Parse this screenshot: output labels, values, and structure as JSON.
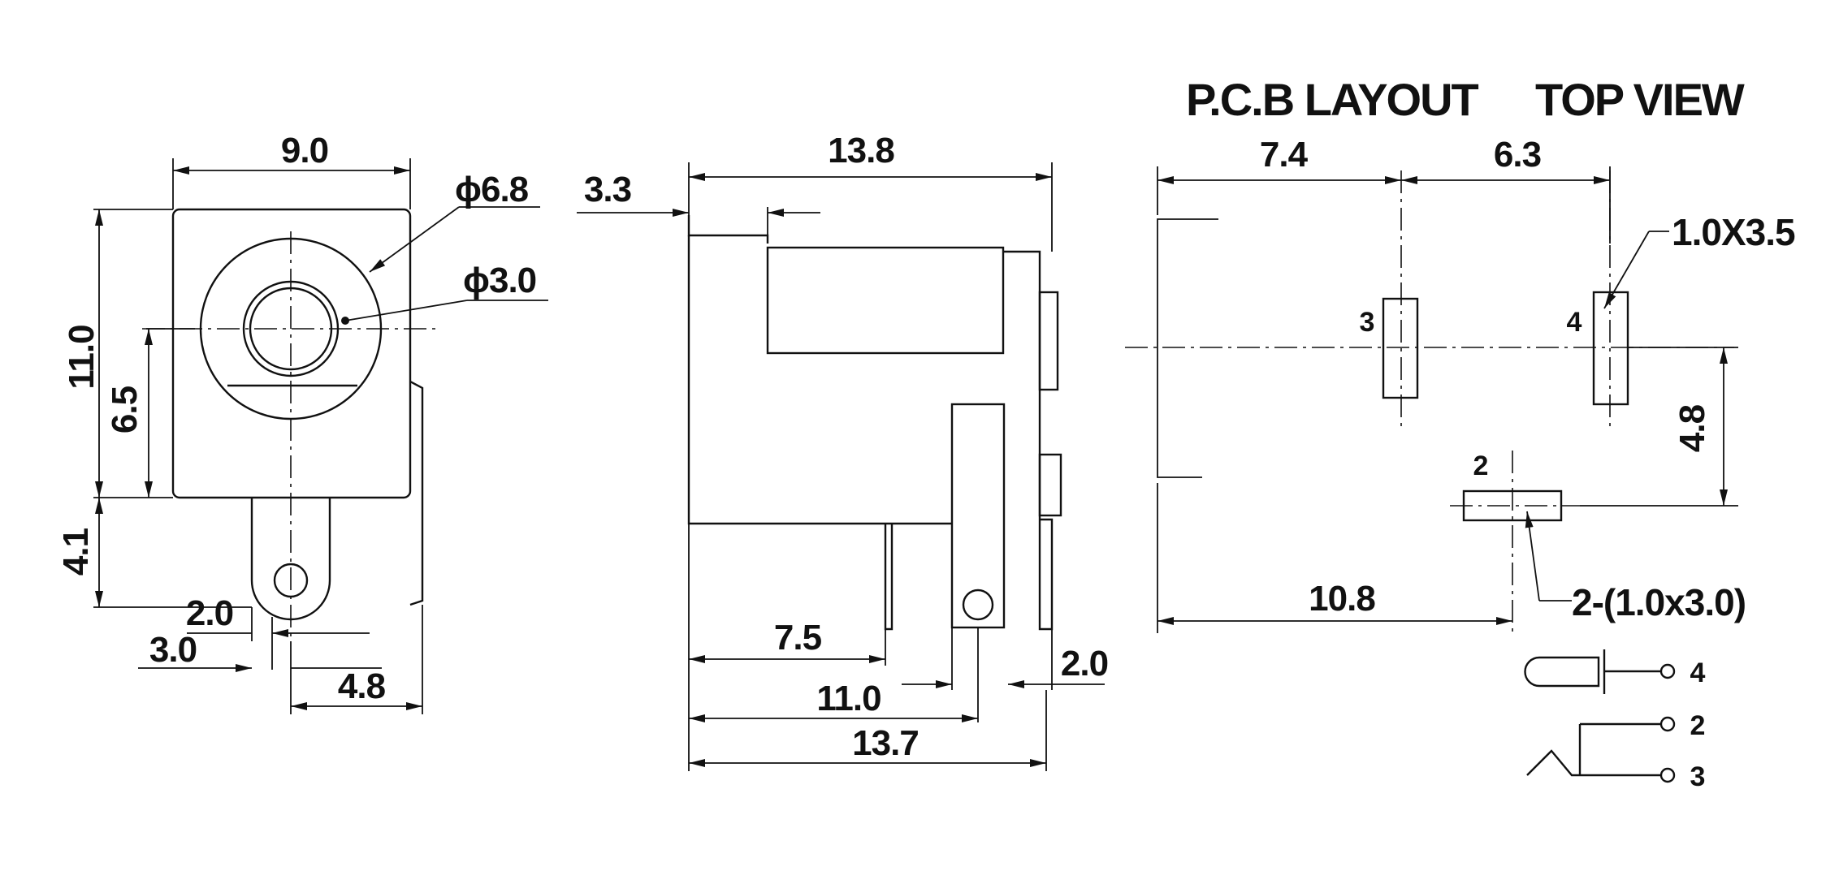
{
  "titles": {
    "pcb_layout": "P.C.B LAYOUT",
    "top_view": "TOP VIEW"
  },
  "front_view": {
    "width": "9.0",
    "height": "11.0",
    "center_height": "6.5",
    "pin_drop": "4.1",
    "outer_diameter": "ϕ6.8",
    "inner_diameter": "ϕ3.0",
    "pin_width": "2.0",
    "pin_offset": "3.0",
    "side_pin_offset": "4.8"
  },
  "side_view": {
    "length": "13.8",
    "flange": "3.3",
    "pin1_pos": "7.5",
    "pin2_pos": "11.0",
    "total_pin": "13.7",
    "tail": "2.0"
  },
  "pcb": {
    "left_span": "7.4",
    "right_span": "6.3",
    "pad_size": "1.0X3.5",
    "vertical_offset": "4.8",
    "bottom_span": "10.8",
    "bottom_pad_note": "2-(1.0x3.0)",
    "pad3_label": "3",
    "pad4_label": "4",
    "pad2_label": "2"
  },
  "schematic": {
    "pin4": "4",
    "pin2": "2",
    "pin3": "3"
  }
}
